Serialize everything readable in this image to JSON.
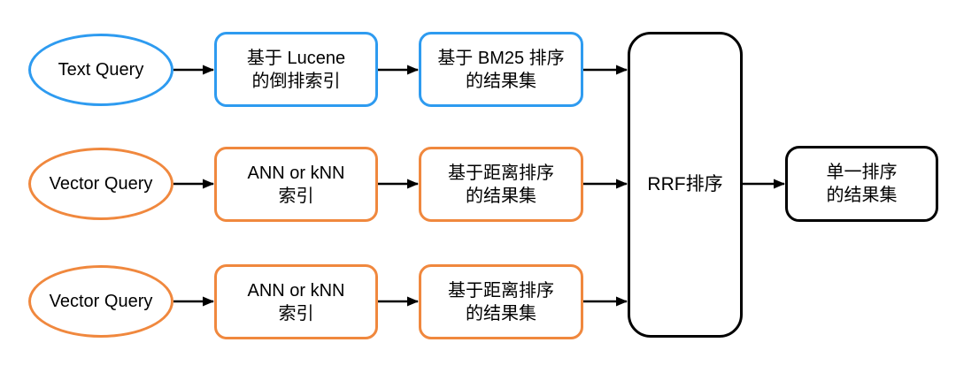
{
  "colors": {
    "blue": "#2E9BF0",
    "orange": "#F0883E",
    "black": "#000000"
  },
  "rows": [
    {
      "query": "Text Query",
      "index": "基于 Lucene\n的倒排索引",
      "results": "基于 BM25 排序\n的结果集"
    },
    {
      "query": "Vector Query",
      "index": "ANN or kNN\n索引",
      "results": "基于距离排序\n的结果集"
    },
    {
      "query": "Vector Query",
      "index": "ANN or kNN\n索引",
      "results": "基于距离排序\n的结果集"
    }
  ],
  "merge_label": "RRF排序",
  "output_label": "单一排序\n的结果集"
}
